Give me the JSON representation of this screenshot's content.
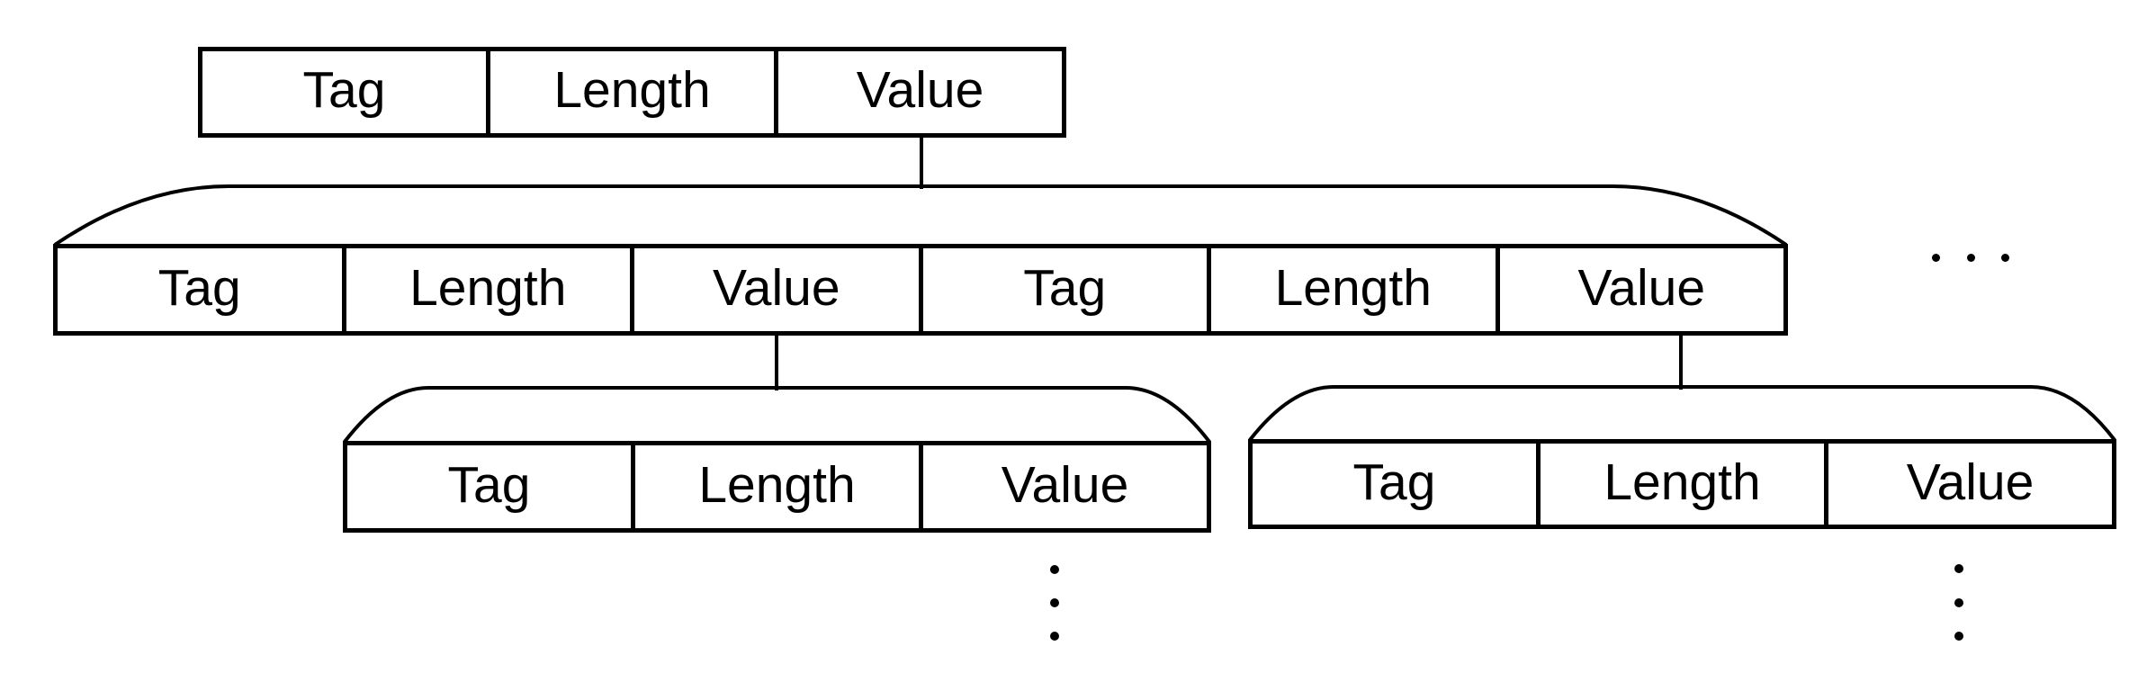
{
  "colors": {
    "line": "#000000",
    "text": "#000000",
    "background": "#ffffff"
  },
  "boxes": {
    "root": {
      "cells": [
        "Tag",
        "Length",
        "Value"
      ]
    },
    "level2": {
      "cells": [
        "Tag",
        "Length",
        "Value",
        "Tag",
        "Length",
        "Value"
      ]
    },
    "child_left": {
      "cells": [
        "Tag",
        "Length",
        "Value"
      ]
    },
    "child_right": {
      "cells": [
        "Tag",
        "Length",
        "Value"
      ]
    }
  },
  "icons": {
    "level2_more": "ellipsis-horizontal-icon",
    "child_left_more": "ellipsis-vertical-icon",
    "child_right_more": "ellipsis-vertical-icon"
  }
}
